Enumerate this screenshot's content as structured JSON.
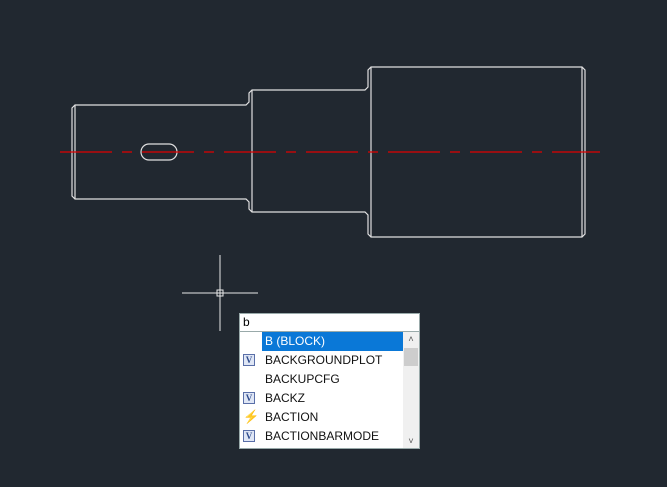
{
  "command_input": {
    "value": "b"
  },
  "suggestions": [
    {
      "label": "B (BLOCK)",
      "icon": "none",
      "selected": true
    },
    {
      "label": "BACKGROUNDPLOT",
      "icon": "system-variable-icon"
    },
    {
      "label": "BACKUPCFG",
      "icon": "none"
    },
    {
      "label": "BACKZ",
      "icon": "system-variable-icon"
    },
    {
      "label": "BACTION",
      "icon": "lightning-icon"
    },
    {
      "label": "BACTIONBARMODE",
      "icon": "system-variable-icon"
    }
  ],
  "icons": {
    "system_variable_glyph": "V",
    "lightning_glyph": "⚡"
  },
  "colors": {
    "background": "#212830",
    "geometry": "#e6e6e6",
    "centerline": "#e00000",
    "selection": "#0a78d7"
  }
}
